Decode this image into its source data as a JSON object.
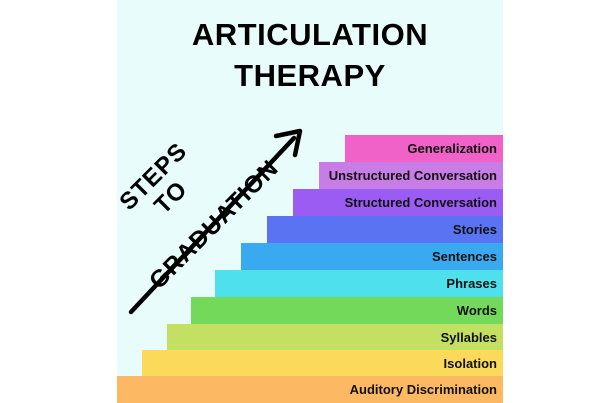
{
  "title_line1": "ARTICULATION",
  "title_line2": "THERAPY",
  "arrow_text": {
    "line1": "STEPS",
    "line2": "TO",
    "line3": "GRADUATION"
  },
  "steps": [
    {
      "label": "Generalization",
      "color": "#f062c8"
    },
    {
      "label": "Unstructured Conversation",
      "color": "#c77ce6"
    },
    {
      "label": "Structured Conversation",
      "color": "#9b5cf4"
    },
    {
      "label": "Stories",
      "color": "#5a73f2"
    },
    {
      "label": "Sentences",
      "color": "#3aaaf0"
    },
    {
      "label": "Phrases",
      "color": "#4ee0ec"
    },
    {
      "label": "Words",
      "color": "#72d95a"
    },
    {
      "label": "Syllables",
      "color": "#c3e062"
    },
    {
      "label": "Isolation",
      "color": "#fbd95a"
    },
    {
      "label": "Auditory Discrimination",
      "color": "#fcb862"
    }
  ]
}
